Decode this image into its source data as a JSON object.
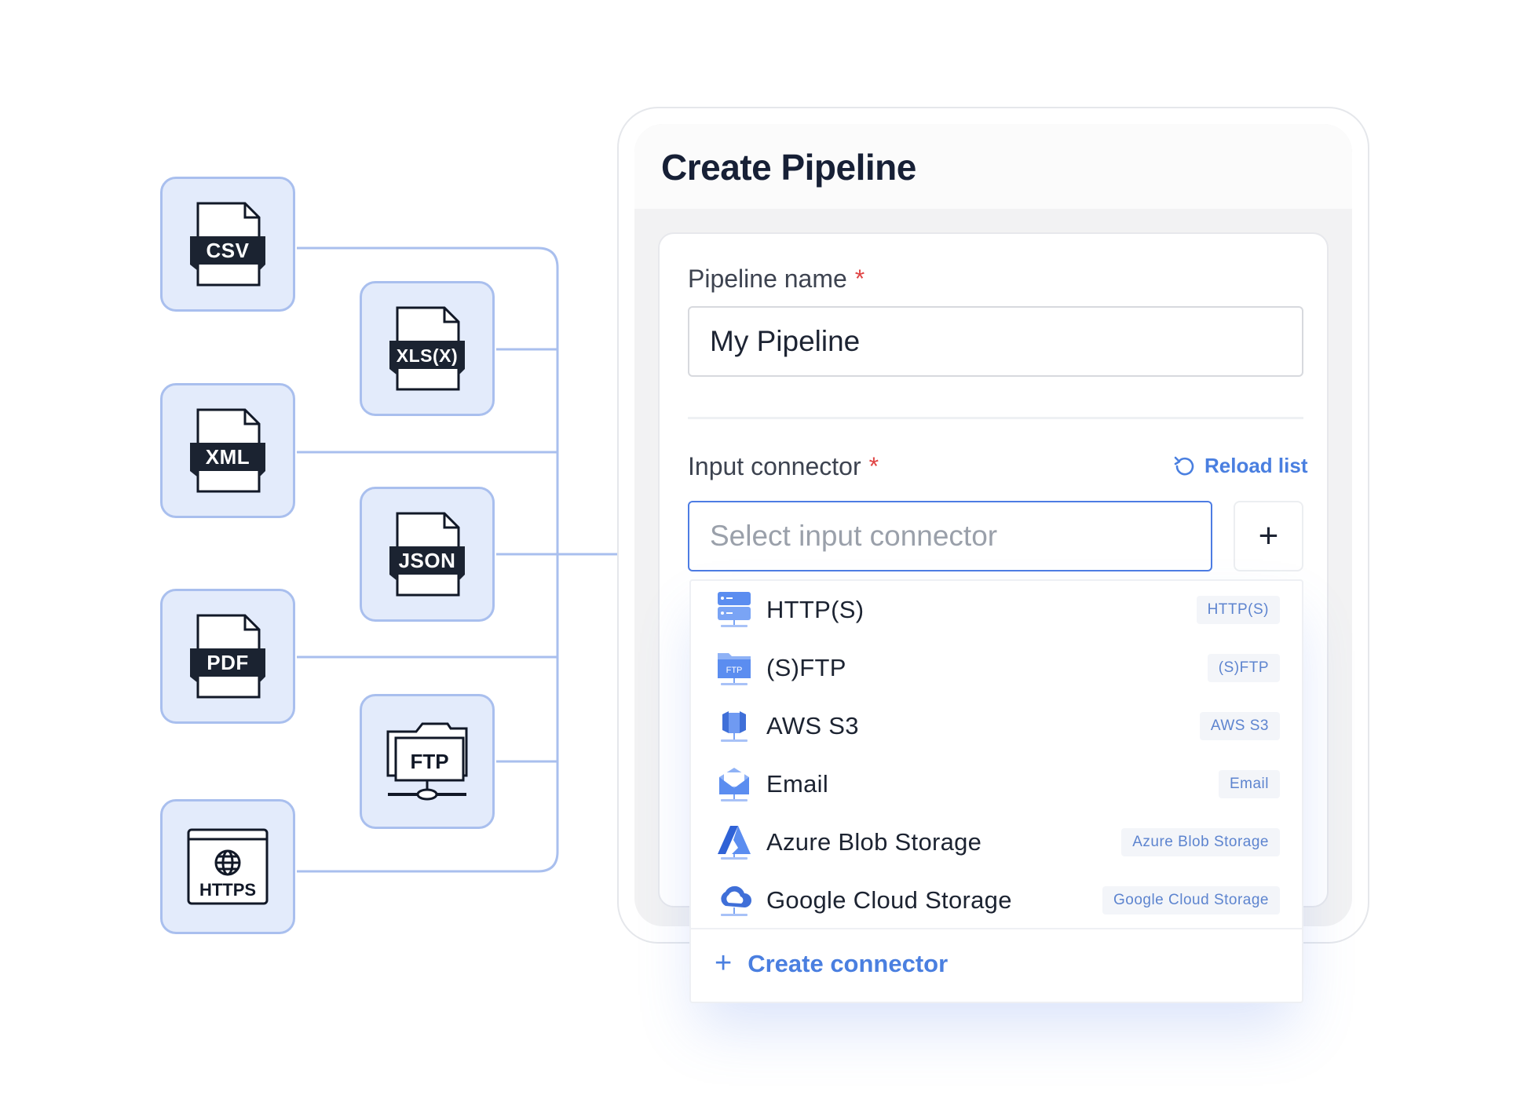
{
  "tiles": {
    "csv": "CSV",
    "xlsx": "XLS(X)",
    "xml": "XML",
    "json": "JSON",
    "pdf": "PDF",
    "ftp": "FTP",
    "https": "HTTPS"
  },
  "dialog": {
    "title": "Create Pipeline",
    "pipeline_name_label": "Pipeline name",
    "pipeline_name_value": "My Pipeline",
    "input_connector_label": "Input connector",
    "required_mark": "*",
    "reload_label": "Reload list",
    "select_placeholder": "Select input connector",
    "add_button_label": "+"
  },
  "dropdown": {
    "options": [
      {
        "label": "HTTP(S)",
        "tag": "HTTP(S)",
        "icon": "server-icon"
      },
      {
        "label": "(S)FTP",
        "tag": "(S)FTP",
        "icon": "ftp-folder-icon"
      },
      {
        "label": "AWS S3",
        "tag": "AWS S3",
        "icon": "aws-s3-icon"
      },
      {
        "label": "Email",
        "tag": "Email",
        "icon": "email-icon"
      },
      {
        "label": "Azure Blob Storage",
        "tag": "Azure Blob Storage",
        "icon": "azure-icon"
      },
      {
        "label": "Google Cloud Storage",
        "tag": "Google Cloud Storage",
        "icon": "google-cloud-icon"
      }
    ],
    "create_label": "Create connector",
    "create_plus": "+"
  },
  "colors": {
    "accent": "#4a7fe0",
    "tile_bg": "#e3ebfb",
    "tile_border": "#a9bfee",
    "line": "#a9bfee",
    "required": "#e04545"
  }
}
